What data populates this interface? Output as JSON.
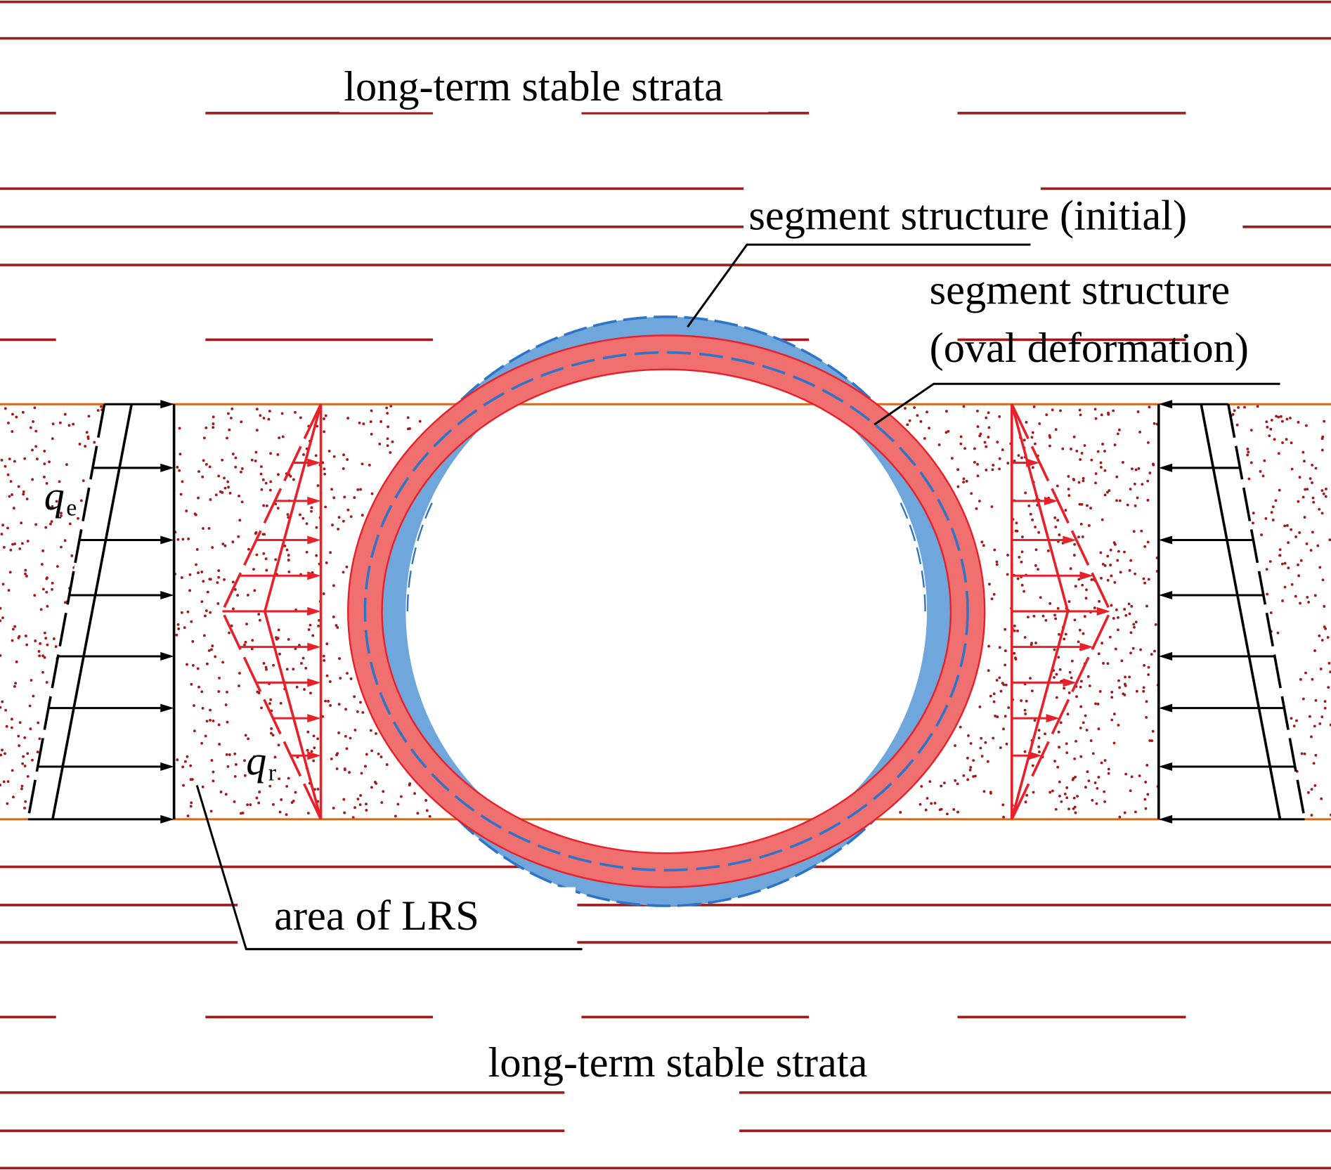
{
  "labels": {
    "top_strata": "long-term stable strata",
    "bottom_strata": "long-term stable strata",
    "segment_initial": "segment structure (initial)",
    "segment_oval_line1": "segment structure",
    "segment_oval_line2": "(oval deformation)",
    "lrs_area": "area of LRS",
    "qe_symbol": "q",
    "qe_subscript": "e",
    "qr_symbol": "q",
    "qr_subscript": "r"
  },
  "colors": {
    "strata_line": "#a01c1c",
    "lrs_boundary": "#d2691e",
    "lrs_dots": "#a01c1c",
    "initial_ring": "#6fa6dc",
    "initial_ring_edge": "#2e75c8",
    "oval_ring": "#f07070",
    "oval_ring_edge": "#e8202a",
    "load_earth": "#000000",
    "load_resist": "#e8202a"
  }
}
